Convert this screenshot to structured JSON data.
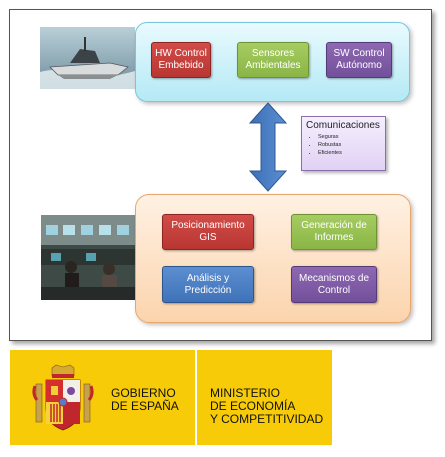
{
  "top_panel": {
    "boxes": [
      {
        "label": "HW Control\nEmbebido",
        "color": "#c0403c"
      },
      {
        "label": "Sensores\nAmbientales",
        "color": "#9bc253"
      },
      {
        "label": "SW Control\nAutónomo",
        "color": "#7f5aa2"
      }
    ]
  },
  "communications": {
    "title": "Comunicaciones",
    "items": [
      "Seguras",
      "Robustas",
      "Eficientes"
    ]
  },
  "bottom_panel": {
    "boxes": [
      {
        "label": "Posicionamiento\nGIS",
        "color": "#c0403c"
      },
      {
        "label": "Generación de\nInformes",
        "color": "#9bc253"
      },
      {
        "label": "Análisis y\nPredicción",
        "color": "#4f81c4"
      },
      {
        "label": "Mecanismos de\nControl",
        "color": "#7f5aa2"
      }
    ]
  },
  "footer": {
    "gobierno_lines": [
      "GOBIERNO",
      "DE ESPAÑA"
    ],
    "ministerio_lines": [
      "MINISTERIO",
      "DE ECONOMÍA",
      "Y COMPETITIVIDAD"
    ],
    "background": "#f7cb08"
  }
}
